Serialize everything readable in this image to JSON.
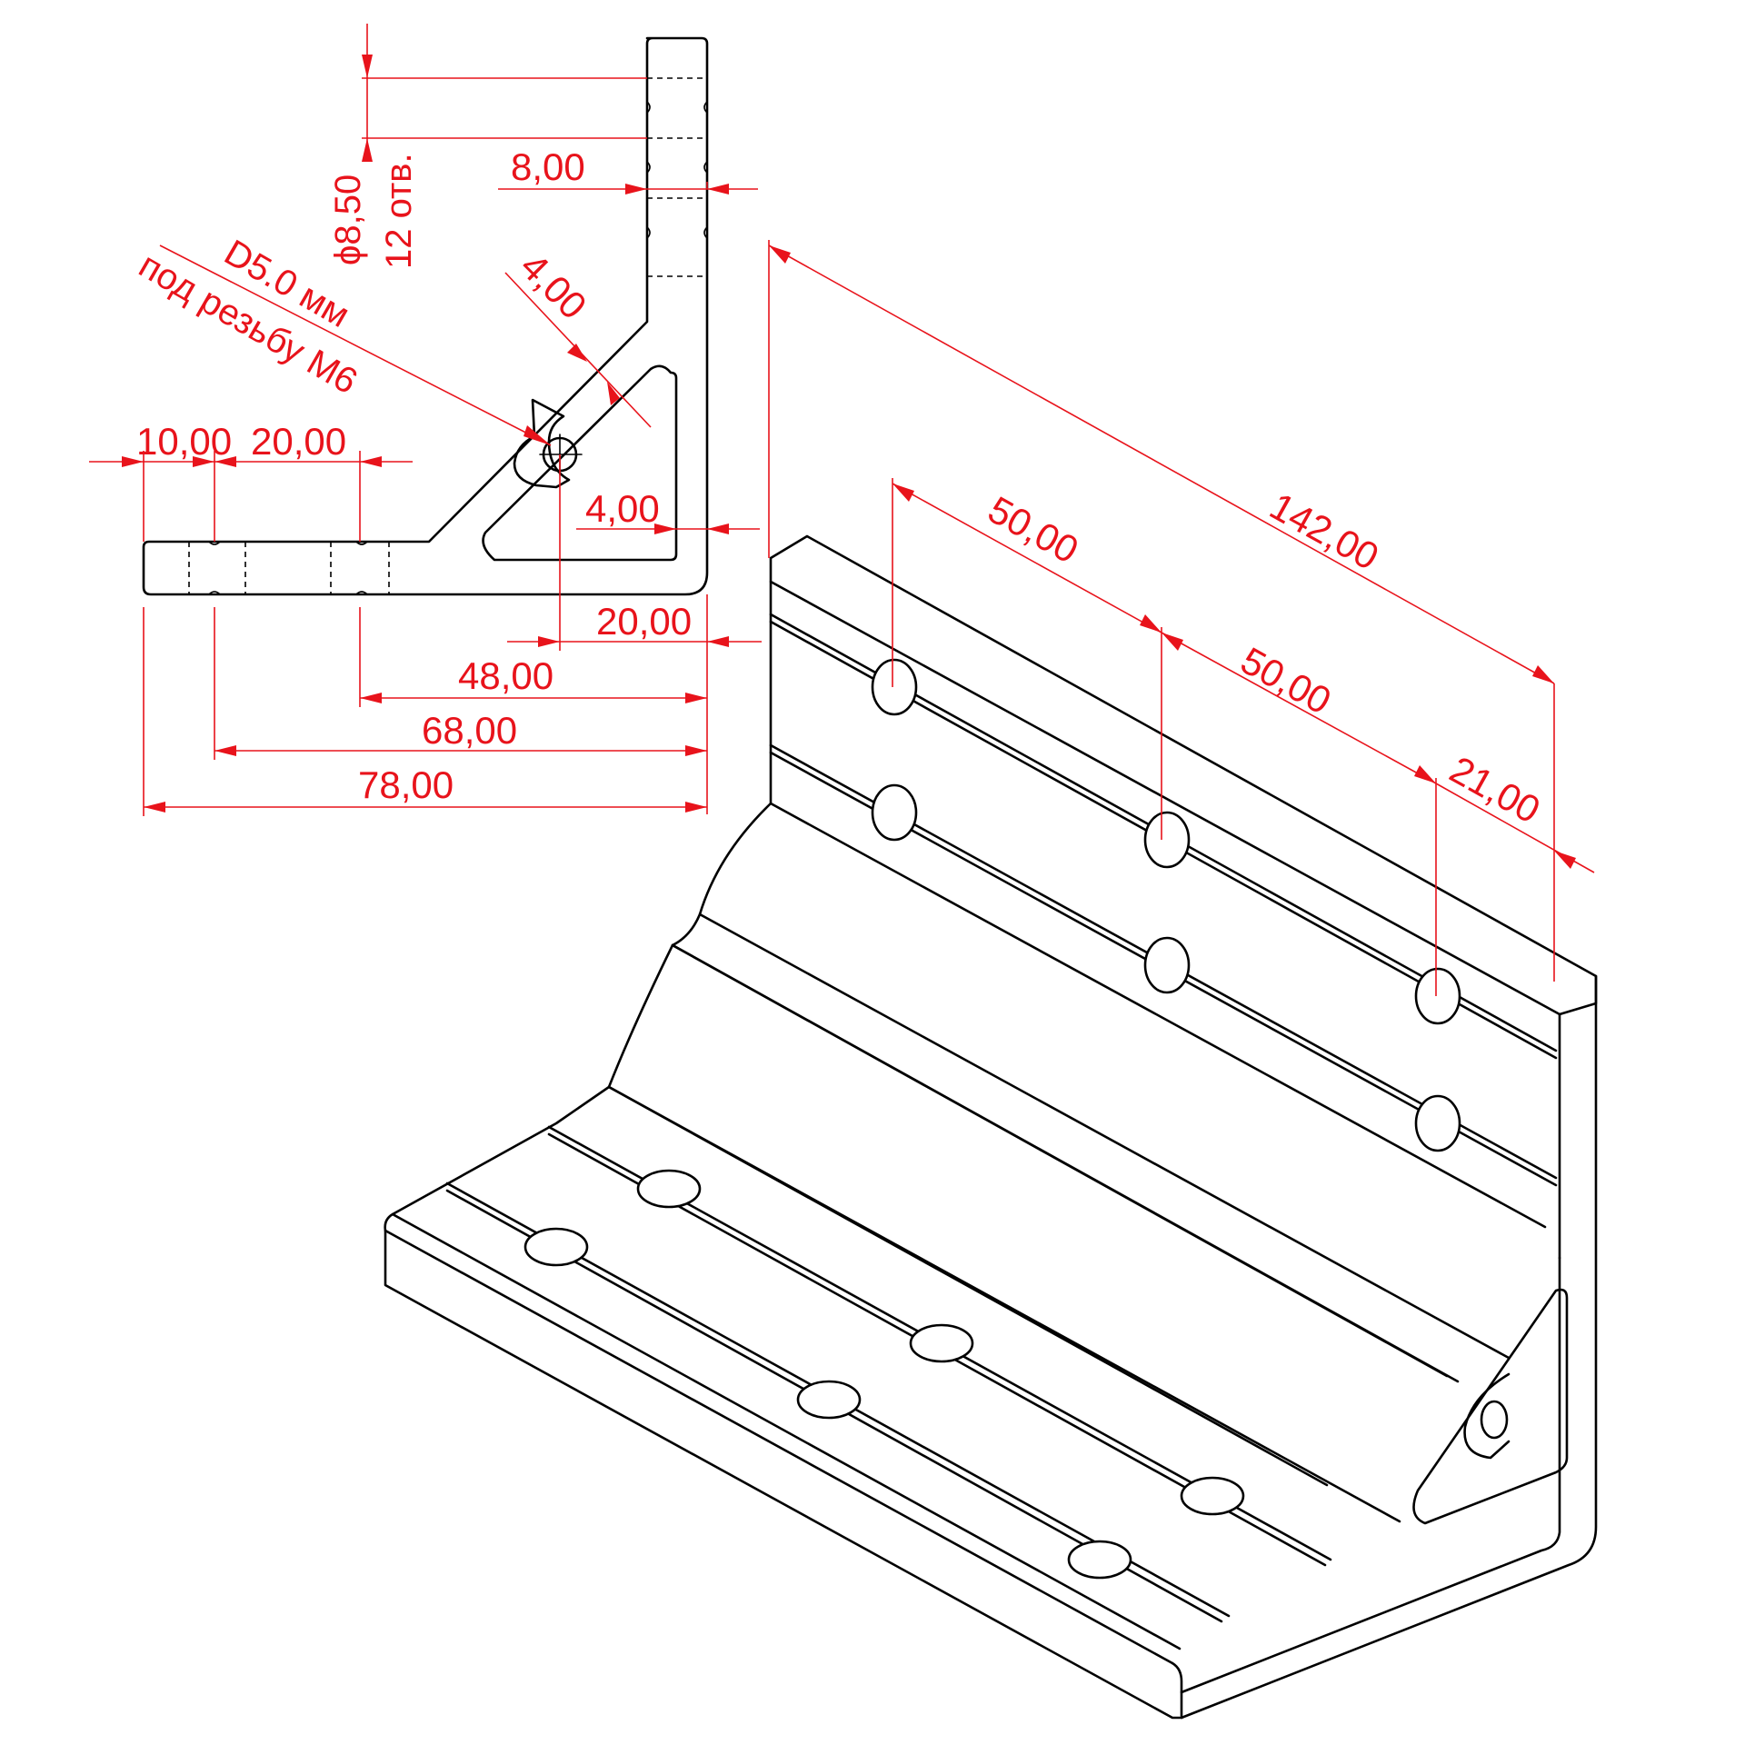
{
  "dimensions": {
    "d_8_00": "8,00",
    "d_phi_8_50": "ϕ8,50",
    "d_12_holes": "12 отв.",
    "d_4_00_diag": "4,00",
    "d_note_line1": "D5.0 мм",
    "d_note_line2": "под резьбу М6",
    "d_10_00": "10,00",
    "d_20_00_top": "20,00",
    "d_4_00_horiz": "4,00",
    "d_20_00_right": "20,00",
    "d_48_00": "48,00",
    "d_68_00": "68,00",
    "d_78_00": "78,00",
    "d_142_00": "142,00",
    "d_50_00_a": "50,00",
    "d_50_00_b": "50,00",
    "d_21_00": "21,00"
  },
  "colors": {
    "dimension": "#e8131b",
    "outline": "#000000",
    "background": "#ffffff"
  }
}
